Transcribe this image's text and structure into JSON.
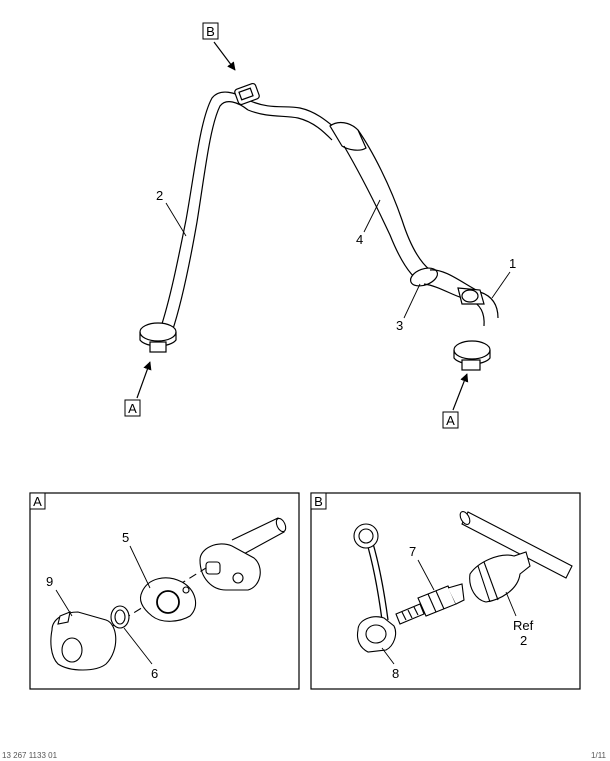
{
  "callouts": {
    "c1": "1",
    "c2": "2",
    "c3": "3",
    "c4": "4",
    "c5": "5",
    "c6": "6",
    "c7": "7",
    "c8": "8",
    "c9": "9",
    "ref_word": "Ref",
    "ref_num": "2"
  },
  "view_tags": {
    "a": "A",
    "b": "B"
  },
  "footer": {
    "left": "13 267 1133 01",
    "right": "1/11"
  }
}
